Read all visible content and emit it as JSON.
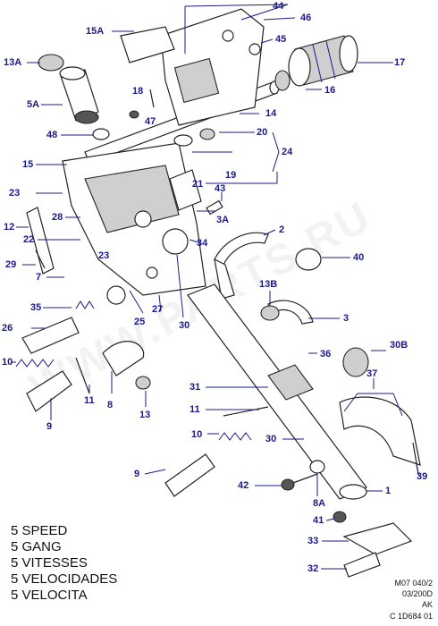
{
  "callouts": [
    "44",
    "46",
    "15A",
    "45",
    "13A",
    "17",
    "18",
    "5A",
    "47",
    "16",
    "14",
    "48",
    "20",
    "15",
    "21",
    "24",
    "19",
    "23",
    "43",
    "12",
    "28",
    "3A",
    "22",
    "2",
    "29",
    "23",
    "34",
    "40",
    "7",
    "13B",
    "25",
    "27",
    "35",
    "30",
    "3",
    "26",
    "30B",
    "36",
    "10",
    "37",
    "11",
    "8",
    "13",
    "31",
    "11",
    "10",
    "30",
    "9",
    "42",
    "8A",
    "1",
    "39",
    "41",
    "33",
    "32"
  ],
  "speed_labels": [
    "5 SPEED",
    "5 GANG",
    "5 VITESSES",
    "5 VELOCIDADES",
    "5 VELOCITA"
  ],
  "reference": {
    "line1": "M07 040/2",
    "line2": "03/200D",
    "line3": "AK",
    "line4": "C 1D684 01"
  },
  "watermark": "WWW.PARTS.RU"
}
